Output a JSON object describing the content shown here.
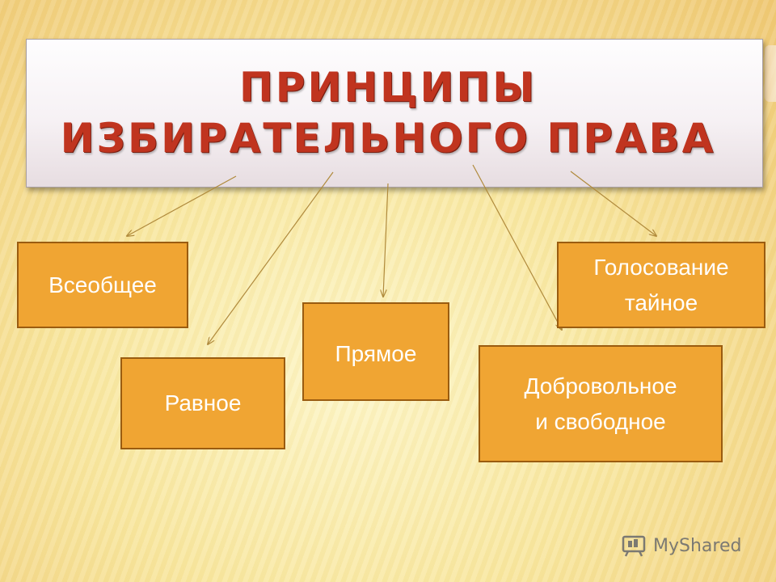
{
  "title": {
    "line1": "ПРИНЦИПЫ",
    "line2": "ИЗБИРАТЕЛЬНОГО ПРАВА"
  },
  "principles": [
    {
      "id": "universal",
      "label": "Всеобщее"
    },
    {
      "id": "equal",
      "label": "Равное"
    },
    {
      "id": "direct",
      "label": "Прямое"
    },
    {
      "id": "voluntary",
      "label": "Добровольное\nи свободное"
    },
    {
      "id": "secret",
      "label": "Голосование\nтайное"
    }
  ],
  "watermark": {
    "text": "MyShared",
    "icon": "myshared-logo-icon"
  },
  "colors": {
    "title_text": "#c0341f",
    "node_fill": "#f0a533",
    "node_border": "#9a5c10",
    "node_text": "#ffffff",
    "arrow": "#b08a3c"
  }
}
